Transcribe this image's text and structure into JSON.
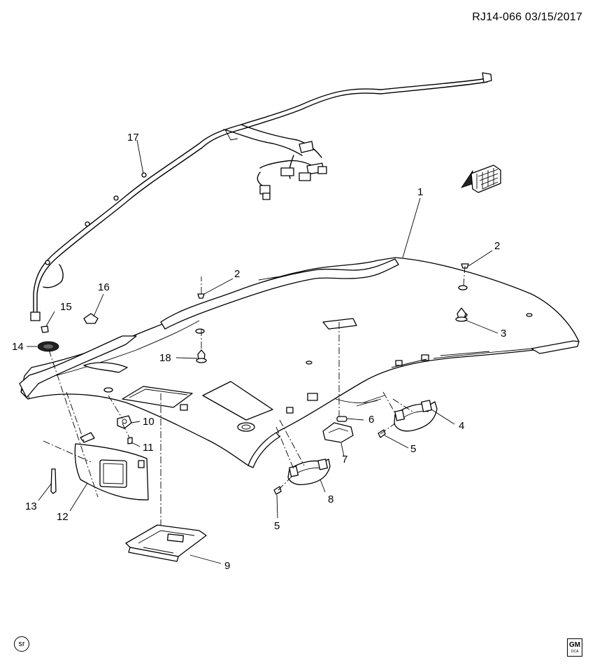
{
  "header": {
    "code": "RJ14-066  03/15/2017"
  },
  "callouts": {
    "c1": "1",
    "c2a": "2",
    "c2b": "2",
    "c3": "3",
    "c4": "4",
    "c5a": "5",
    "c5b": "5",
    "c6": "6",
    "c7": "7",
    "c8": "8",
    "c9": "9",
    "c10": "10",
    "c11": "11",
    "c12": "12",
    "c13": "13",
    "c14": "14",
    "c15": "15",
    "c16": "16",
    "c17": "17",
    "c18": "18"
  },
  "footer": {
    "sr_mark": "sr",
    "gm_logo": "GM",
    "gm_logo_sub": "OCA"
  }
}
